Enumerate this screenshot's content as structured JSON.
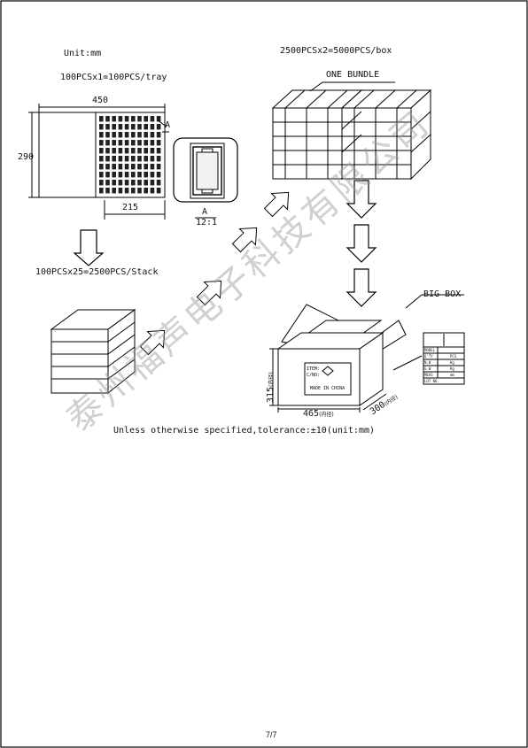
{
  "unit": "Unit:mm",
  "tray": {
    "caption": "100PCSx1=100PCS/tray",
    "width": "450",
    "height": "290",
    "inner_width": "215",
    "section_marker": "A",
    "detail_label": "A",
    "detail_scale": "12:1"
  },
  "stack": {
    "caption": "100PCSx25=2500PCS/Stack"
  },
  "bundle": {
    "caption": "2500PCSx2=5000PCS/box",
    "label": "ONE BUNDLE"
  },
  "big_box": {
    "label": "BIG BOX",
    "front_label": {
      "line1": "ITEM:",
      "line2": "C/NO:",
      "line3": "MADE IN CHINA"
    },
    "length": "465",
    "length_note": "(内径)",
    "height": "315",
    "height_note": "(内径)",
    "depth": "300",
    "depth_note": "(内径)",
    "side_label_rows": [
      "MODEL",
      "Q'TY",
      "N.W",
      "G.W",
      "MEAS",
      "LOT NO."
    ],
    "side_label_values": [
      "",
      "PCS",
      "Kg",
      "Kg",
      "mm",
      ""
    ]
  },
  "tolerance_note": "Unless otherwise specified,tolerance:±10(unit:mm)",
  "watermark": "泰州福声电子科技有限公司",
  "page_number": "7/7"
}
